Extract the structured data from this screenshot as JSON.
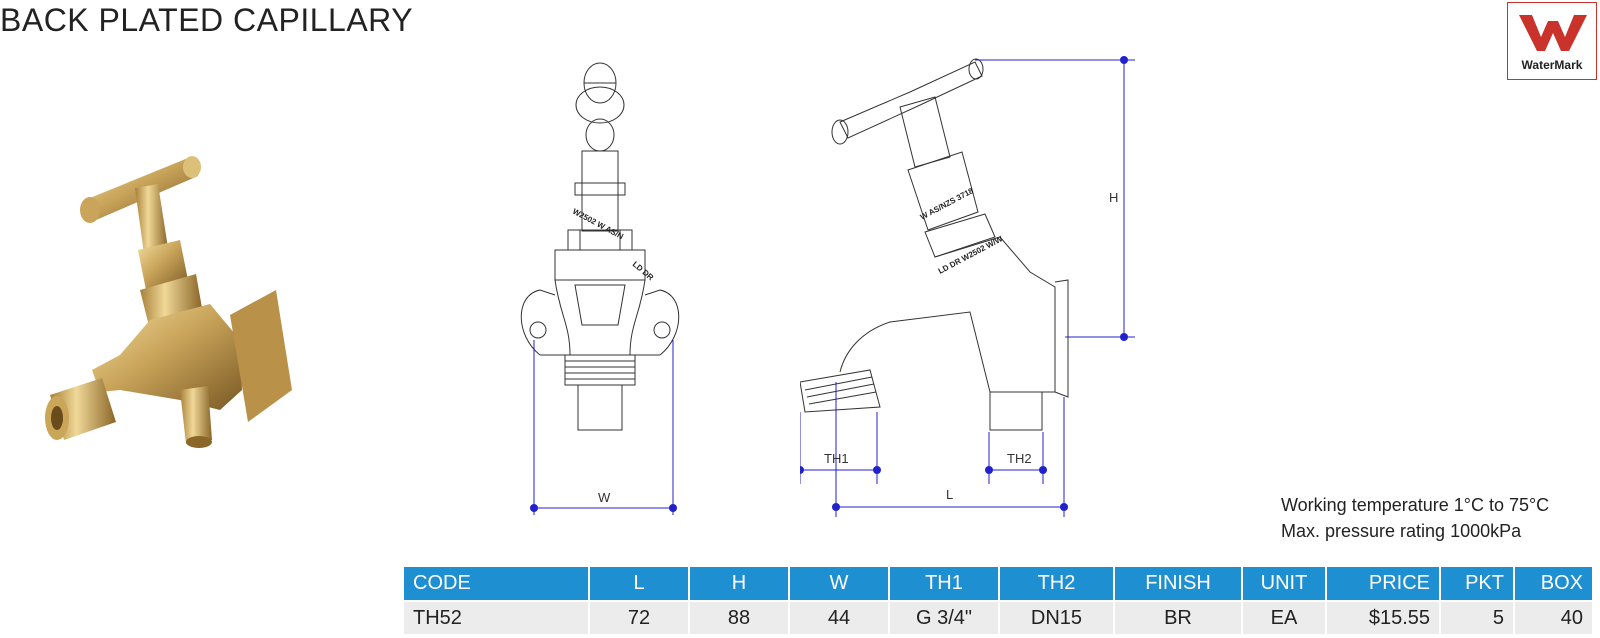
{
  "header": {
    "title": "BACK PLATED CAPILLARY"
  },
  "logo": {
    "text": "WaterMark",
    "brand_color": "#c9332b",
    "icon": "watermark-logo-icon"
  },
  "drawing": {
    "front": {
      "dim_w": "W",
      "marking_1": "W2502 W AS/N",
      "marking_2": "LD DR"
    },
    "side": {
      "dim_h": "H",
      "dim_l": "L",
      "dim_th1": "TH1",
      "dim_th2": "TH2",
      "marking_1": "W AS/NZS 3718",
      "marking_2": "LD DR W2502 W/W"
    },
    "line_color": "#333333",
    "dimension_color": "#2222cc"
  },
  "specs": {
    "temperature": "Working temperature 1°C to 75°C",
    "pressure": "Max. pressure rating 1000kPa"
  },
  "table": {
    "header_color": "#1e8fd0",
    "columns": [
      "CODE",
      "L",
      "H",
      "W",
      "TH1",
      "TH2",
      "FINISH",
      "UNIT",
      "PRICE",
      "PKT",
      "BOX"
    ],
    "rows": [
      [
        "TH52",
        "72",
        "88",
        "44",
        "G 3/4\"",
        "DN15",
        "BR",
        "EA",
        "$15.55",
        "5",
        "40"
      ]
    ]
  }
}
